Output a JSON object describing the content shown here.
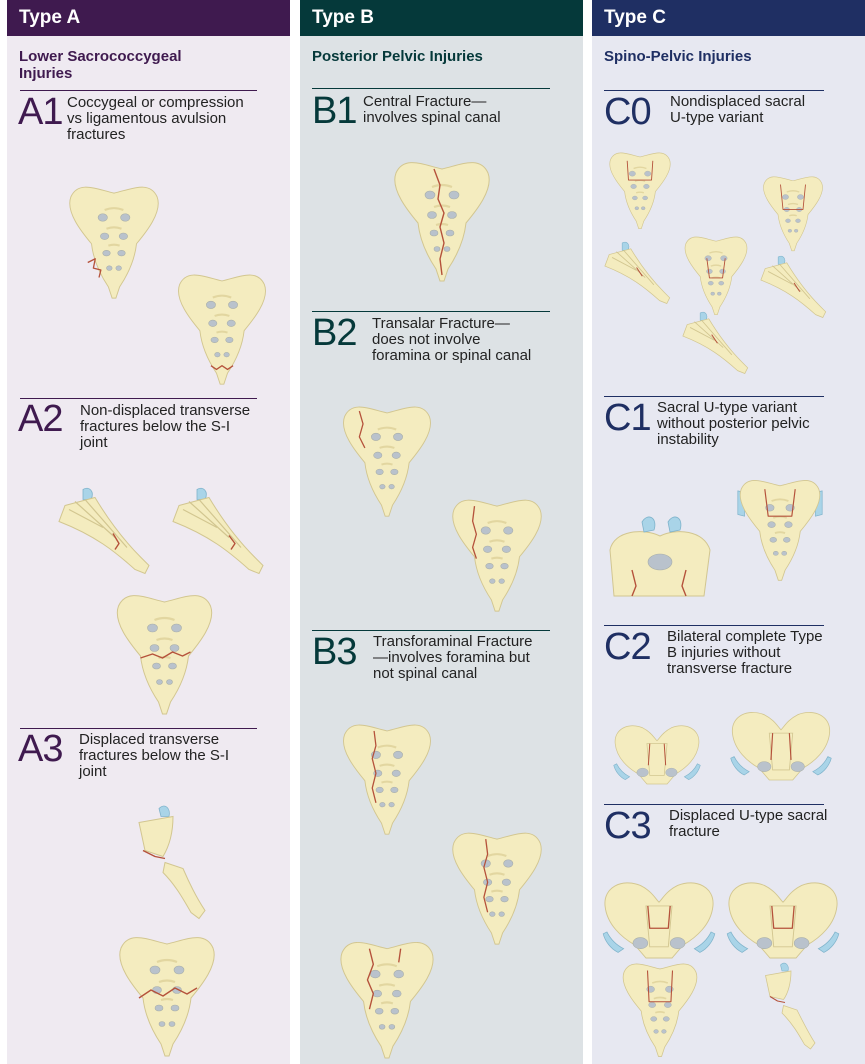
{
  "colors": {
    "type_a": "#3f1a4f",
    "type_b": "#05393a",
    "type_c": "#1f2f63",
    "bg_a": "#efeaf1",
    "bg_b": "#dde2e5",
    "bg_c": "#e7e8f1",
    "fracture": "#b5523b",
    "bone": "#f4ecbf"
  },
  "columns": [
    {
      "header": "Type A",
      "subtitle": "Lower Sacrococcygeal Injuries",
      "items": [
        {
          "code": "A1",
          "desc": "Coccygeal or compression vs ligamentous avulsion fractures"
        },
        {
          "code": "A2",
          "desc": "Non-displaced transverse fractures below the S-I joint"
        },
        {
          "code": "A3",
          "desc": "Displaced transverse fractures below the S-I joint"
        }
      ]
    },
    {
      "header": "Type B",
      "subtitle": "Posterior Pelvic Injuries",
      "items": [
        {
          "code": "B1",
          "desc": "Central Fracture— involves spinal canal"
        },
        {
          "code": "B2",
          "desc": "Transalar Fracture— does not involve foramina or spinal canal"
        },
        {
          "code": "B3",
          "desc": "Transforaminal Fracture—involves foramina but not spinal canal"
        }
      ]
    },
    {
      "header": "Type C",
      "subtitle": "Spino-Pelvic Injuries",
      "items": [
        {
          "code": "C0",
          "desc": "Nondisplaced sacral U-type variant"
        },
        {
          "code": "C1",
          "desc": "Sacral U-type variant without posterior pelvic instability"
        },
        {
          "code": "C2",
          "desc": "Bilateral complete Type B injuries without transverse fracture"
        },
        {
          "code": "C3",
          "desc": "Displaced U-type sacral fracture"
        }
      ]
    }
  ]
}
